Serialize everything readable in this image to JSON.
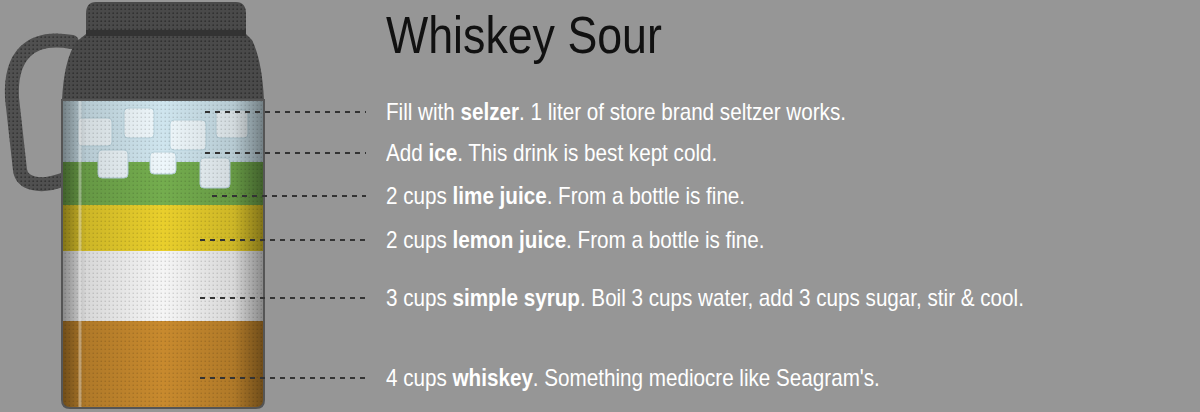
{
  "diagram": {
    "title": "Whiskey Sour",
    "labels": [
      "Fill with selzer. 1 liter of store brand seltzer works.",
      "Add ice. This drink is best kept cold.",
      "2 cups lime juice. From a bottle is fine.",
      "2 cups lemon juice. From a bottle is fine.",
      "3 cups simple syrup. Boil 3 cups water, add 3 cups sugar, stir & cool.",
      "4 cups whiskey. Something mediocre like Seagram's."
    ]
  }
}
